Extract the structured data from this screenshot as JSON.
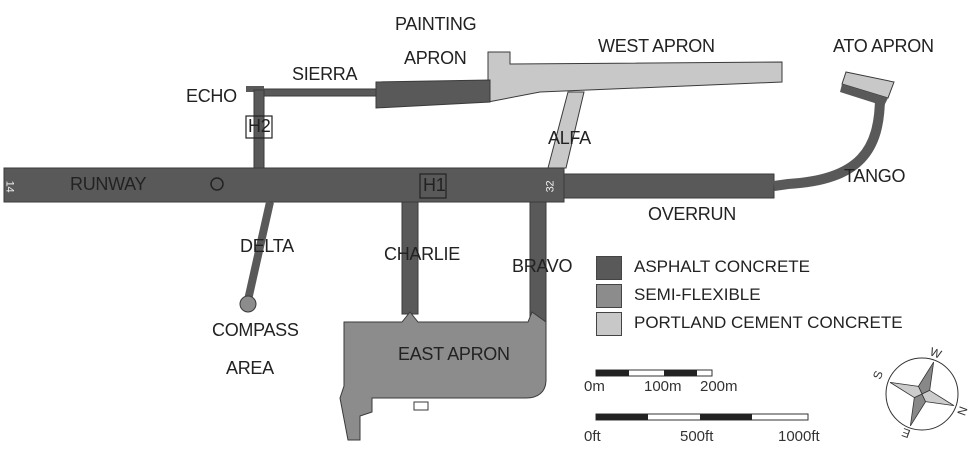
{
  "labels": {
    "runway": "RUNWAY",
    "runway_end_west": "14",
    "runway_end_east": "32",
    "h1": "H1",
    "h2": "H2",
    "echo": "ECHO",
    "sierra": "SIERRA",
    "painting_apron": [
      "PAINTING",
      "APRON"
    ],
    "west_apron": "WEST APRON",
    "ato_apron": "ATO APRON",
    "alfa": "ALFA",
    "tango": "TANGO",
    "overrun": "OVERRUN",
    "delta": "DELTA",
    "charlie": "CHARLIE",
    "bravo": "BRAVO",
    "compass_area": [
      "COMPASS",
      "AREA"
    ],
    "east_apron": "EAST APRON"
  },
  "legend": [
    {
      "label": "ASPHALT CONCRETE",
      "color": "#595959"
    },
    {
      "label": "SEMI-FLEXIBLE",
      "color": "#8c8c8c"
    },
    {
      "label": "PORTLAND CEMENT CONCRETE",
      "color": "#c8c8c8"
    }
  ],
  "scale_m": [
    "0m",
    "100m",
    "200m"
  ],
  "scale_ft": [
    "0ft",
    "500ft",
    "1000ft"
  ],
  "compass": [
    "S",
    "W",
    "N",
    "E"
  ],
  "colors": {
    "asphalt": "#595959",
    "semi_flexible": "#8c8c8c",
    "portland": "#c8c8c8",
    "outline": "#3a3a3a"
  }
}
